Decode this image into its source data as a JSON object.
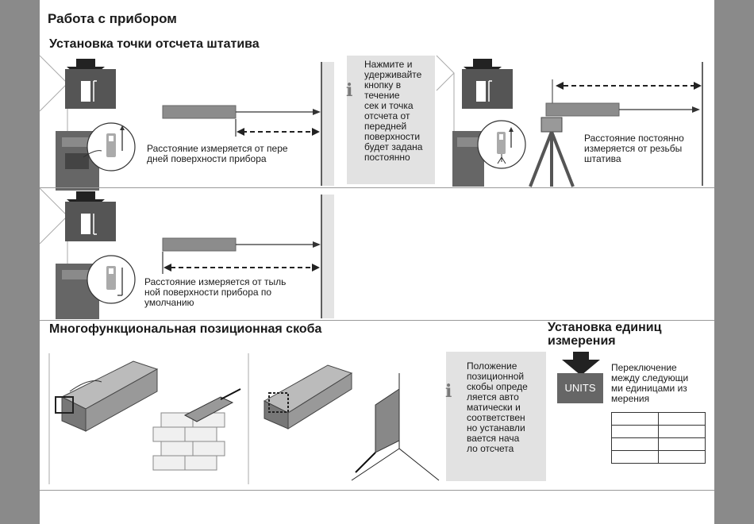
{
  "page": {
    "title": "Работа с прибором"
  },
  "section_tripod": {
    "title": "Установка точки отсчета штатива",
    "caption_front": [
      "Расстояние измеряется от пере",
      "дней поверхности прибора"
    ],
    "info_text": [
      "Нажмите и",
      "удерживайте",
      "кнопку в",
      "течение",
      "сек и точка",
      "отсчета от",
      "передней",
      "поверхности",
      "будет задана",
      "постоянно"
    ],
    "caption_tripod": [
      "Расстояние постоянно",
      "измеряется от резьбы",
      "штатива"
    ]
  },
  "section_rear": {
    "caption_rear": [
      "Расстояние измеряется от тыль",
      "ной поверхности прибора  по",
      "умолчанию"
    ]
  },
  "section_bracket": {
    "title": "Многофункциональная позиционная скоба",
    "info_text": [
      "Положение",
      "позиционной",
      "скобы опреде",
      "ляется авто",
      "матически  и",
      "соответствен",
      "но устанавли",
      "вается нача",
      "ло отсчета"
    ]
  },
  "section_units": {
    "title_line1": "Установка единиц",
    "title_line2": "измерения",
    "button_label": "UNITS",
    "text": [
      "Переключение",
      "между следующи",
      "ми единицами из",
      "мерения"
    ],
    "table_rows": 4,
    "table_cols": 2
  },
  "icons": [
    "info-icon",
    "press-arrow-icon",
    "laser-arrow-icon",
    "tripod-icon",
    "wall-icon"
  ],
  "colors": {
    "sidebar": "#8a8a8a",
    "info_box": "#e2e2e2",
    "units_button": "#666666",
    "beam_bar": "#8c8c8c"
  }
}
